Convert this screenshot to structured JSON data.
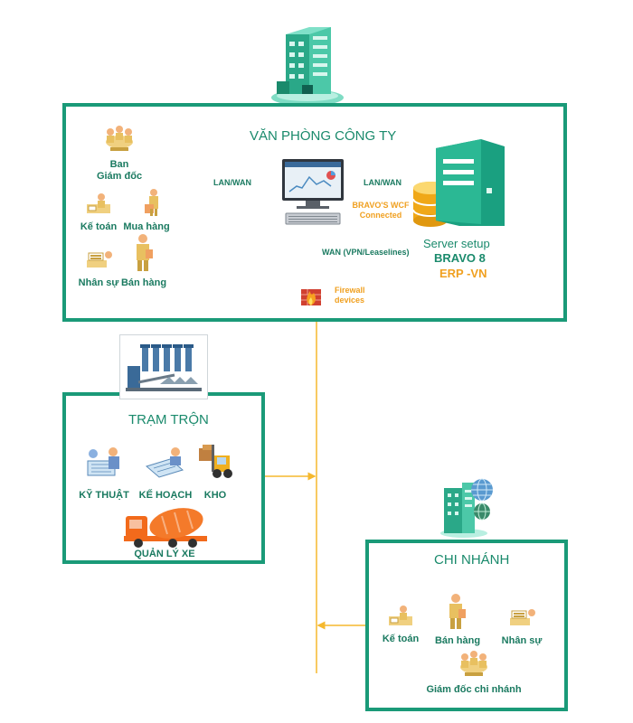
{
  "office": {
    "title": "VĂN PHÒNG CÔNG TY",
    "ban_giam_doc": "Ban\nGiám đốc",
    "ke_toan": "Kế toán",
    "mua_hang": "Mua hàng",
    "nhan_su": "Nhân sự",
    "ban_hang": "Bán hàng",
    "lan_wan_left": "LAN/WAN",
    "lan_wan_right": "LAN/WAN",
    "wcf": "BRAVO'S WCF\nConnected",
    "wan_vpn": "WAN (VPN/Leaselines)",
    "firewall": "Firewall\ndevices",
    "server_setup": "Server setup",
    "bravo8": "BRAVO 8",
    "erp": "ERP -VN"
  },
  "plant": {
    "title": "TRẠM TRỘN",
    "ky_thuat": "KỸ THUẬT",
    "ke_hoach": "KẾ HOẠCH",
    "kho": "KHO",
    "quan_ly_xe": "QUẢN LÝ XE"
  },
  "branch": {
    "title": "CHI NHÁNH",
    "ke_toan": "Kế toán",
    "ban_hang": "Bán hàng",
    "nhan_su": "Nhân sự",
    "giam_doc_chi_nhanh": "Giám đốc chi nhánh"
  },
  "colors": {
    "frame": "#1a9a78",
    "link": "#f5b82e",
    "title_text": "#1a8a6c",
    "label_text": "#1a7a60",
    "orange_text": "#f0a020"
  }
}
